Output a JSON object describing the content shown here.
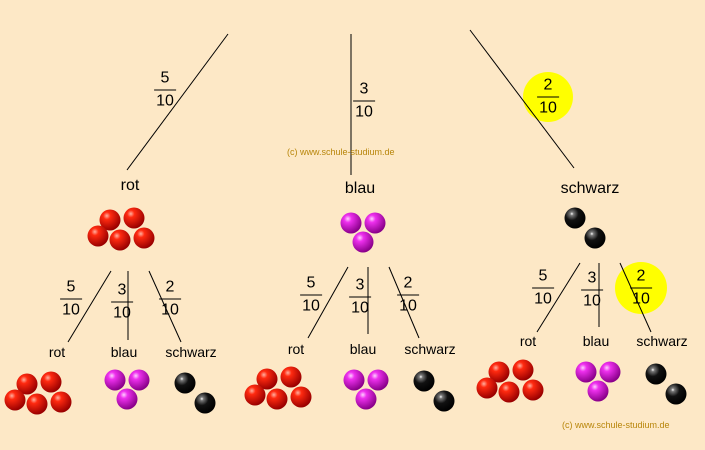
{
  "colors": {
    "background": "#fde8c6",
    "red": "#e00000",
    "magenta": "#e020e0",
    "black": "#000000",
    "highlight": "#ffff00",
    "copyright": "#b8860b"
  },
  "top_level": {
    "branches": [
      {
        "label": "rot",
        "numerator": "5",
        "denominator": "10",
        "highlighted": false,
        "ball_color": "red",
        "ball_count": 5
      },
      {
        "label": "blau",
        "numerator": "3",
        "denominator": "10",
        "highlighted": false,
        "ball_color": "magenta",
        "ball_count": 3
      },
      {
        "label": "schwarz",
        "numerator": "2",
        "denominator": "10",
        "highlighted": true,
        "ball_color": "black",
        "ball_count": 2
      }
    ]
  },
  "second_level": [
    {
      "parent": "rot",
      "branches": [
        {
          "label": "rot",
          "numerator": "5",
          "denominator": "10",
          "highlighted": false,
          "ball_color": "red",
          "ball_count": 5
        },
        {
          "label": "blau",
          "numerator": "3",
          "denominator": "10",
          "highlighted": false,
          "ball_color": "magenta",
          "ball_count": 3
        },
        {
          "label": "schwarz",
          "numerator": "2",
          "denominator": "10",
          "highlighted": false,
          "ball_color": "black",
          "ball_count": 2
        }
      ]
    },
    {
      "parent": "blau",
      "branches": [
        {
          "label": "rot",
          "numerator": "5",
          "denominator": "10",
          "highlighted": false,
          "ball_color": "red",
          "ball_count": 5
        },
        {
          "label": "blau",
          "numerator": "3",
          "denominator": "10",
          "highlighted": false,
          "ball_color": "magenta",
          "ball_count": 3
        },
        {
          "label": "schwarz",
          "numerator": "2",
          "denominator": "10",
          "highlighted": false,
          "ball_color": "black",
          "ball_count": 2
        }
      ]
    },
    {
      "parent": "schwarz",
      "branches": [
        {
          "label": "rot",
          "numerator": "5",
          "denominator": "10",
          "highlighted": false,
          "ball_color": "red",
          "ball_count": 5
        },
        {
          "label": "blau",
          "numerator": "3",
          "denominator": "10",
          "highlighted": false,
          "ball_color": "magenta",
          "ball_count": 3
        },
        {
          "label": "schwarz",
          "numerator": "2",
          "denominator": "10",
          "highlighted": true,
          "ball_color": "black",
          "ball_count": 2
        }
      ]
    }
  ],
  "copyright": [
    "(c) www.schule-studium.de",
    "(c) www.schule-studium.de"
  ]
}
